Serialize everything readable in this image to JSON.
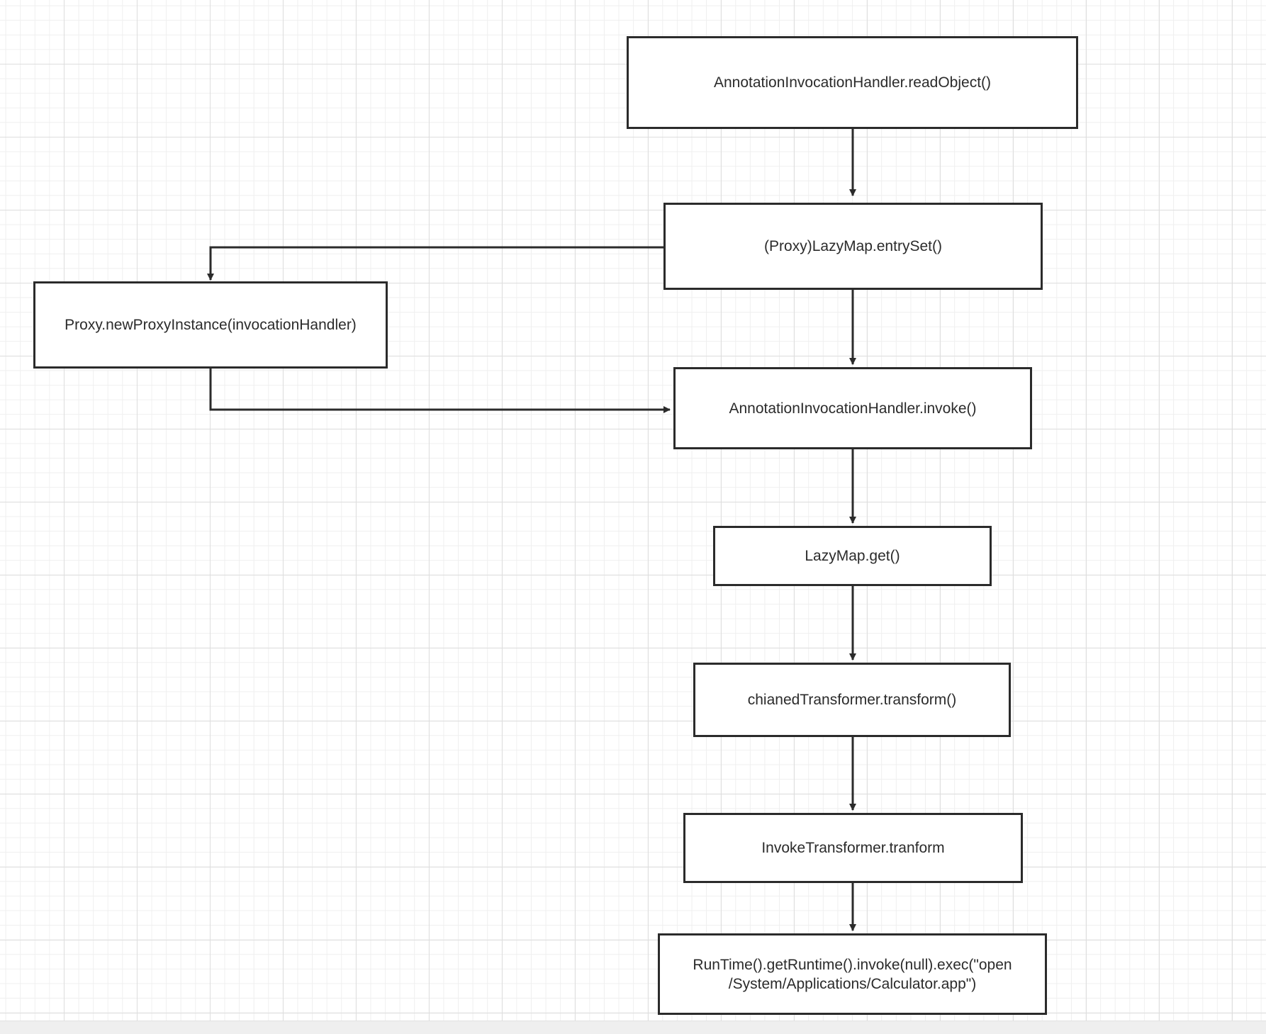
{
  "diagram": {
    "nodes": {
      "read_object": "AnnotationInvocationHandler.readObject()",
      "entry_set": "(Proxy)LazyMap.entrySet()",
      "proxy_instance": "Proxy.newProxyInstance(invocationHandler)",
      "invoke": "AnnotationInvocationHandler.invoke()",
      "lazymap_get": "LazyMap.get()",
      "chained_transform": "chianedTransformer.transform()",
      "invoke_transformer": "InvokeTransformer.tranform",
      "runtime_exec": "RunTime().getRuntime().invoke(null).exec(\"open\n/System/Applications/Calculator.app\")"
    },
    "edges": [
      {
        "from": "read_object",
        "to": "entry_set"
      },
      {
        "from": "entry_set",
        "to": "proxy_instance"
      },
      {
        "from": "entry_set",
        "to": "invoke"
      },
      {
        "from": "proxy_instance",
        "to": "invoke"
      },
      {
        "from": "invoke",
        "to": "lazymap_get"
      },
      {
        "from": "lazymap_get",
        "to": "chained_transform"
      },
      {
        "from": "chained_transform",
        "to": "invoke_transformer"
      },
      {
        "from": "invoke_transformer",
        "to": "runtime_exec"
      }
    ],
    "colors": {
      "stroke": "#2b2b2b",
      "grid_major": "#dedede",
      "grid_minor": "#efefef",
      "background": "#ffffff"
    }
  }
}
